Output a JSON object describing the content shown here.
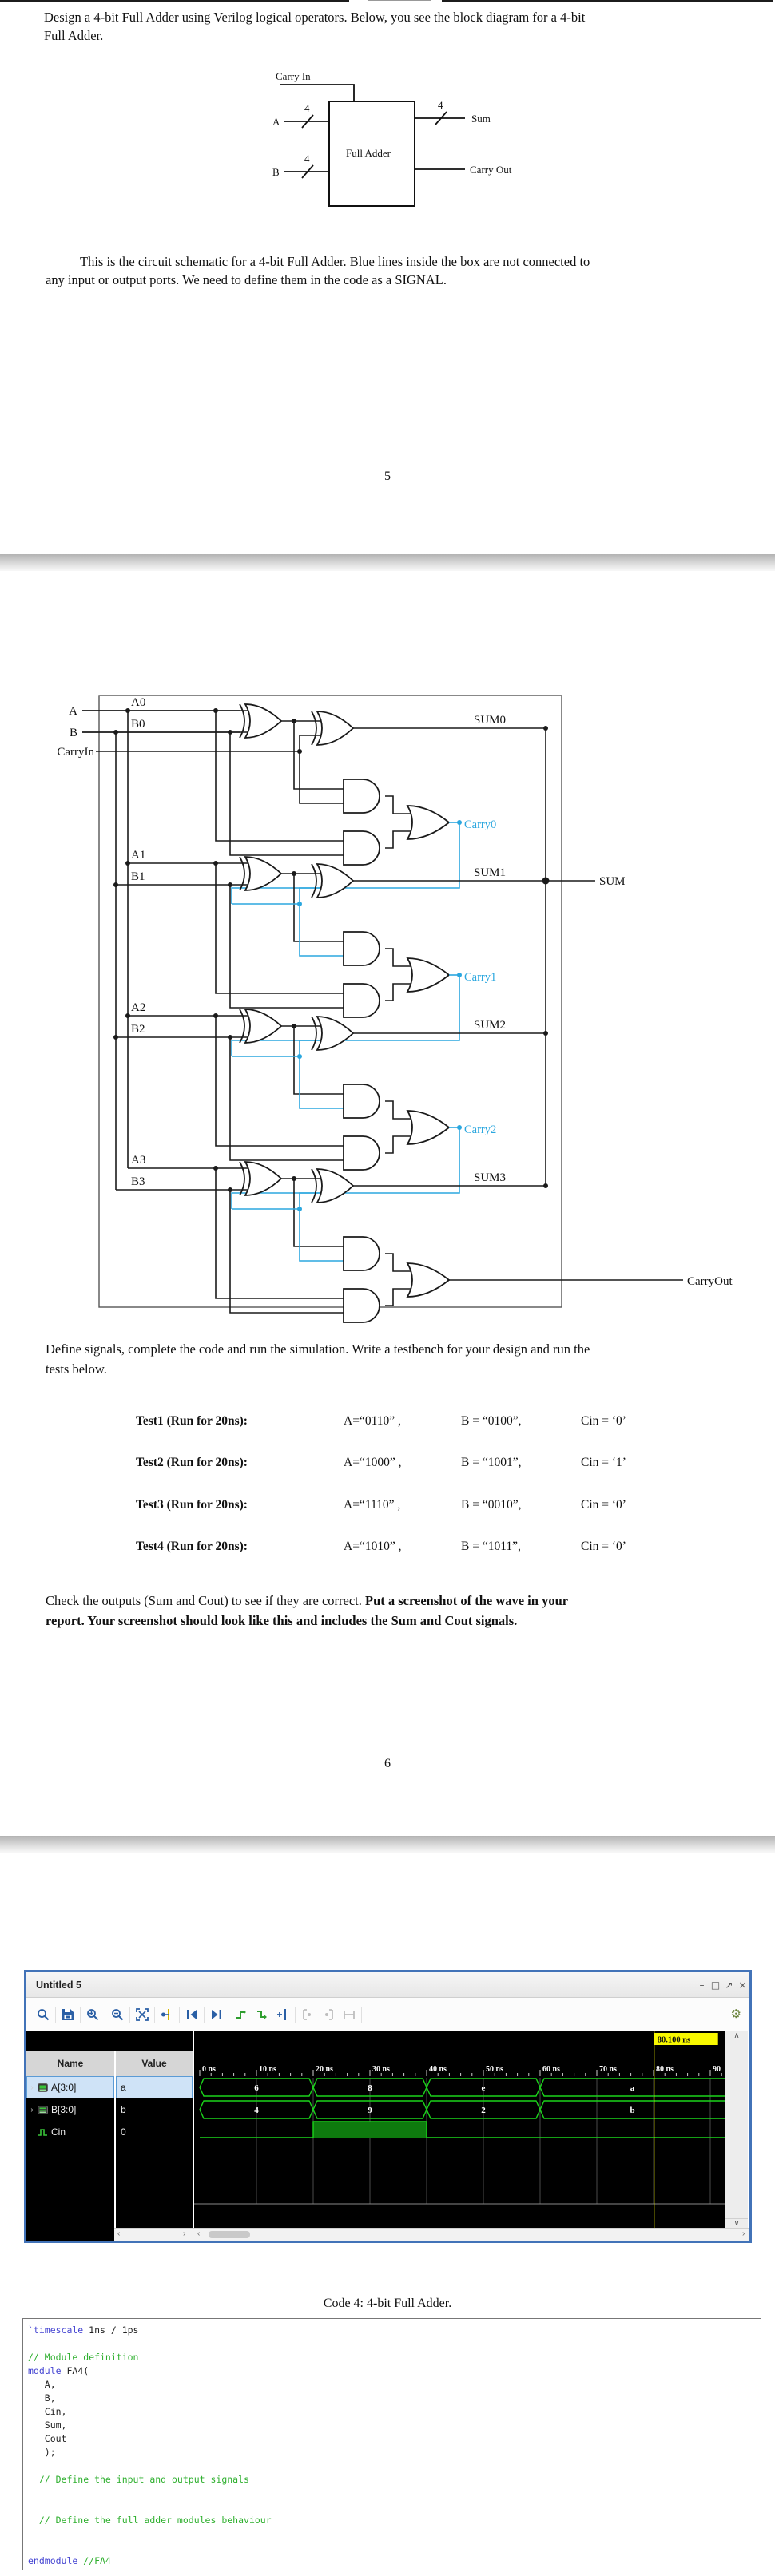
{
  "doc": {
    "intro_line1": "Design a 4-bit Full Adder using Verilog logical operators.  Below, you see the block diagram for a 4-bit",
    "intro_line2": "Full Adder.",
    "schematic_note_line1": "This is the circuit schematic for a 4-bit Full Adder.  Blue lines inside the box are not connected to",
    "schematic_note_line2": "any input or output ports.  We need to define them in the code as a SIGNAL.",
    "page_number_5": "5",
    "page_number_6": "6",
    "define_line1": "Define signals, complete the code and run the simulation.  Write a testbench for your design and run the",
    "define_line2": "tests below.",
    "check_normal": "Check the outputs (Sum and Cout) to see if they are correct. ",
    "check_bold_line1": "Put a screenshot of the wave in your",
    "check_bold_line2": "report.  Your screenshot should look like this and includes the Sum and Cout signals.",
    "caption": "Code 4: 4-bit Full Adder."
  },
  "block_diagram": {
    "carry_in": "Carry In",
    "a": "A",
    "b": "B",
    "box_label": "Full Adder",
    "sum": "Sum",
    "carry_out": "Carry Out",
    "bus_width": "4"
  },
  "schematic": {
    "left_labels": {
      "a": "A",
      "b": "B",
      "carry_in": "CarryIn"
    },
    "right_labels": {
      "sum": "SUM",
      "carry_out": "CarryOut"
    },
    "blue_color": "#2ba7df",
    "slices": [
      {
        "a": "A0",
        "b": "B0",
        "sum": "SUM0",
        "carry": "Carry0"
      },
      {
        "a": "A1",
        "b": "B1",
        "sum": "SUM1",
        "carry": "Carry1"
      },
      {
        "a": "A2",
        "b": "B2",
        "sum": "SUM2",
        "carry": "Carry2"
      },
      {
        "a": "A3",
        "b": "B3",
        "sum": "SUM3",
        "carry": null
      }
    ]
  },
  "tests": [
    {
      "label": "Test1 (Run for 20ns):",
      "a": "A=“0110” ,",
      "b": "B = “0100”,",
      "cin": "Cin = ‘0’"
    },
    {
      "label": "Test2 (Run for 20ns):",
      "a": "A=“1000” ,",
      "b": "B = “1001”,",
      "cin": "Cin = ‘1’"
    },
    {
      "label": "Test3 (Run for 20ns):",
      "a": "A=“1110” ,",
      "b": "B = “0010”,",
      "cin": "Cin = ‘0’"
    },
    {
      "label": "Test4 (Run for 20ns):",
      "a": "A=“1010” ,",
      "b": "B = “1011”,",
      "cin": "Cin = ‘0’"
    }
  ],
  "sim": {
    "window_title": "Untitled 5",
    "window_buttons": {
      "minimize": "–",
      "maximize": "□",
      "float": "↗",
      "close": "×"
    },
    "toolbar_icons": [
      "search-icon",
      "save-icon",
      "zoom-in-icon",
      "zoom-out-icon",
      "zoom-fit-icon",
      "marker-icon",
      "previous-transition-icon",
      "next-transition-icon",
      "swap-down-icon",
      "swap-up-icon",
      "add-cursor-icon",
      "disabled-left-icon",
      "disabled-right-icon",
      "disabled-span-icon"
    ],
    "gear_icon": "⚙",
    "columns": {
      "name": "Name",
      "value": "Value"
    },
    "signals": [
      {
        "name": "A[3:0]",
        "value": "a",
        "icon": "bus",
        "chevron": "›",
        "highlight": true
      },
      {
        "name": "B[3:0]",
        "value": "b",
        "icon": "bus",
        "chevron": "›",
        "highlight": false
      },
      {
        "name": "Cin",
        "value": "0",
        "icon": "scalar",
        "chevron": "",
        "highlight": false
      }
    ],
    "cursor": {
      "time_ns": 80.1,
      "badge": "80.100 ns"
    },
    "axis": {
      "tick_labels": [
        "0 ns",
        "10 ns",
        "20 ns",
        "30 ns",
        "40 ns",
        "50 ns",
        "60 ns",
        "70 ns",
        "80 ns",
        "90"
      ],
      "tick_times": [
        0,
        10,
        20,
        30,
        40,
        50,
        60,
        70,
        80,
        90
      ]
    },
    "waves": {
      "a_segments": [
        {
          "t0": 0,
          "t1": 20,
          "label": "6"
        },
        {
          "t0": 20,
          "t1": 40,
          "label": "8"
        },
        {
          "t0": 40,
          "t1": 60,
          "label": "e"
        },
        {
          "t0": 60,
          "t1": 100,
          "label": "a"
        }
      ],
      "b_segments": [
        {
          "t0": 0,
          "t1": 20,
          "label": "4"
        },
        {
          "t0": 20,
          "t1": 40,
          "label": "9"
        },
        {
          "t0": 40,
          "t1": 60,
          "label": "2"
        },
        {
          "t0": 60,
          "t1": 100,
          "label": "b"
        }
      ],
      "cin_segments": [
        {
          "t0": 0,
          "t1": 20,
          "v": 0
        },
        {
          "t0": 20,
          "t1": 40,
          "v": 1
        },
        {
          "t0": 40,
          "t1": 100,
          "v": 0
        }
      ]
    },
    "colors": {
      "wave_green": "#1bd41b",
      "wave_fill": "#0e7a0e",
      "cursor_yellow": "#e3e300",
      "badge_bg": "#f8f800"
    }
  },
  "code": {
    "lines": [
      [
        [
          "kw",
          "`timescale"
        ],
        [
          "pl",
          " 1ns / 1ps"
        ]
      ],
      [],
      [
        [
          "cm",
          "// Module definition"
        ]
      ],
      [
        [
          "kw",
          "module"
        ],
        [
          "pl",
          " FA4("
        ]
      ],
      [
        [
          "pl",
          "   A,"
        ]
      ],
      [
        [
          "pl",
          "   B,"
        ]
      ],
      [
        [
          "pl",
          "   Cin,"
        ]
      ],
      [
        [
          "pl",
          "   Sum,"
        ]
      ],
      [
        [
          "pl",
          "   Cout"
        ]
      ],
      [
        [
          "pl",
          "   );"
        ]
      ],
      [],
      [
        [
          "cm",
          "  // Define the input and output signals"
        ]
      ],
      [],
      [],
      [
        [
          "cm",
          "  // Define the full adder modules behaviour"
        ]
      ],
      [],
      [],
      [
        [
          "kw",
          "endmodule"
        ],
        [
          "cm",
          " //FA4"
        ]
      ]
    ]
  }
}
